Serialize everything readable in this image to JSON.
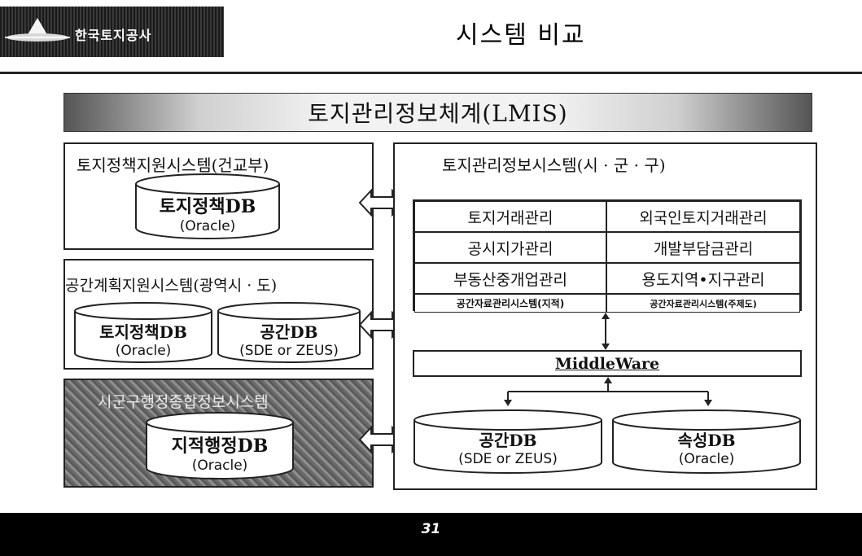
{
  "header": {
    "logo_text": "한국토지공사",
    "slide_title": "시스템 비교"
  },
  "banner": {
    "title": "토지관리정보체계(LMIS)"
  },
  "left": {
    "box1": {
      "title": "토지정책지원시스템(건교부)",
      "db": {
        "name": "토지정책DB",
        "sub": "(Oracle)"
      }
    },
    "box2": {
      "title": "공간계획지원시스템(광역시 · 도)",
      "db1": {
        "name": "토지정책DB",
        "sub": "(Oracle)"
      },
      "db2": {
        "name": "공간DB",
        "sub": "(SDE or ZEUS)"
      }
    },
    "box3": {
      "title": "시군구행정종합정보시스템",
      "db": {
        "name": "지적행정DB",
        "sub": "(Oracle)"
      }
    }
  },
  "right": {
    "title": "토지관리정보시스템(시 · 군 · 구)",
    "modules": [
      "토지거래관리",
      "외국인토지거래관리",
      "공시지가관리",
      "개발부담금관리",
      "부동산중개업관리",
      "용도지역•지구관리",
      "공간자료관리시스템(지적)",
      "공간자료관리시스템(주제도)"
    ],
    "middleware": "MiddleWare",
    "db1": {
      "name": "공간DB",
      "sub": "(SDE or ZEUS)"
    },
    "db2": {
      "name": "속성DB",
      "sub": "(Oracle)"
    }
  },
  "footer": {
    "page_number": "31"
  }
}
